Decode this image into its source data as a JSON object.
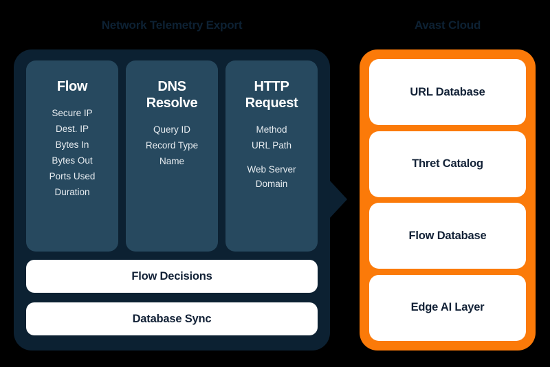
{
  "diagram": {
    "background_color": "#000000",
    "left_panel": {
      "title": "Network Telemetry Export",
      "panel_color": "#0c2132",
      "card_color": "#27495f",
      "columns": [
        {
          "title": "Flow",
          "items": [
            "Secure IP",
            "Dest. IP",
            "Bytes In",
            "Bytes Out",
            "Ports Used",
            "Duration"
          ]
        },
        {
          "title": "DNS\nResolve",
          "items": [
            "Query ID",
            "Record Type",
            "Name"
          ]
        },
        {
          "title": "HTTP\nRequest",
          "items": [
            "Method",
            "URL Path",
            "Web Server\nDomain"
          ]
        }
      ],
      "bars": [
        {
          "label": "Flow Decisions"
        },
        {
          "label": "Database Sync"
        }
      ]
    },
    "right_panel": {
      "title": "Avast Cloud",
      "panel_color": "#fb7a09",
      "card_color": "#ffffff",
      "cards": [
        {
          "label": "URL Database"
        },
        {
          "label": "Thret Catalog"
        },
        {
          "label": "Flow Database"
        },
        {
          "label": "Edge AI Layer"
        }
      ]
    },
    "connector": {
      "icon": "arrow-right-icon",
      "color": "#0c2132"
    }
  }
}
